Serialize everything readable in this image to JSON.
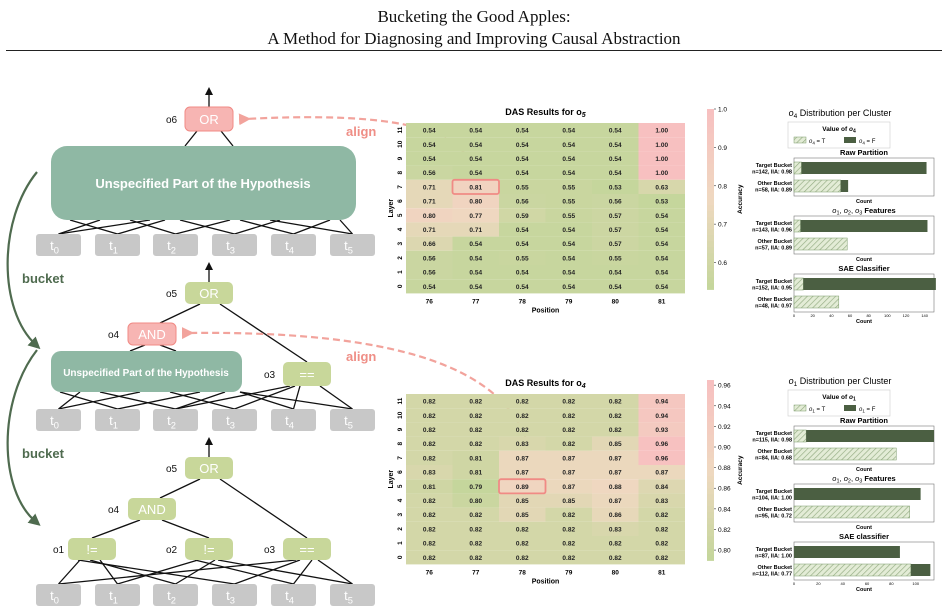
{
  "title": {
    "line1": "Bucketing the Good Apples:",
    "line2": "A Method for Diagnosing and Improving Causal Abstraction"
  },
  "diagram": {
    "tokens": [
      "t0",
      "t1",
      "t2",
      "t3",
      "t4",
      "t5"
    ],
    "unspecified_label": "Unspecified Part of the Hypothesis",
    "bucket_label": "bucket",
    "align_label": "align",
    "nodes": {
      "or": "OR",
      "and": "AND",
      "neq": "!=",
      "eq": "=="
    },
    "node_ids": {
      "o1": "o1",
      "o2": "o2",
      "o3": "o3",
      "o4": "o4",
      "o5": "o5",
      "o6": "o6"
    }
  },
  "colors": {
    "green_node": "#c8d79a",
    "teal_box": "#8fb8a4",
    "pink_node": "#f7b5b3",
    "token_gray": "#c8c8c8",
    "bucket_arrow": "#4f6b4f",
    "align_text": "#ef8e86"
  },
  "chart_data": [
    {
      "type": "heatmap",
      "title": "DAS Results for o5",
      "xlabel": "Position",
      "ylabel": "Layer",
      "x": [
        76,
        77,
        78,
        79,
        80,
        81
      ],
      "y": [
        11,
        10,
        9,
        8,
        7,
        6,
        5,
        4,
        3,
        2,
        1,
        0
      ],
      "values": [
        [
          0.54,
          0.54,
          0.54,
          0.54,
          0.54,
          1.0
        ],
        [
          0.54,
          0.54,
          0.54,
          0.54,
          0.54,
          1.0
        ],
        [
          0.54,
          0.54,
          0.54,
          0.54,
          0.54,
          1.0
        ],
        [
          0.56,
          0.54,
          0.54,
          0.54,
          0.54,
          1.0
        ],
        [
          0.71,
          0.81,
          0.55,
          0.55,
          0.53,
          0.63
        ],
        [
          0.71,
          0.8,
          0.56,
          0.55,
          0.56,
          0.53
        ],
        [
          0.8,
          0.77,
          0.59,
          0.55,
          0.57,
          0.54
        ],
        [
          0.71,
          0.71,
          0.54,
          0.54,
          0.57,
          0.54
        ],
        [
          0.66,
          0.54,
          0.54,
          0.54,
          0.57,
          0.54
        ],
        [
          0.56,
          0.54,
          0.55,
          0.54,
          0.55,
          0.54
        ],
        [
          0.56,
          0.54,
          0.54,
          0.54,
          0.54,
          0.54
        ],
        [
          0.54,
          0.54,
          0.54,
          0.54,
          0.54,
          0.54
        ]
      ],
      "highlight": {
        "layer": 7,
        "position": 77
      },
      "colorbar": {
        "label": "Accuracy",
        "ticks": [
          "1.0",
          "0.9",
          "0.8",
          "0.7",
          "0.6"
        ],
        "range": [
          0.53,
          1.0
        ]
      }
    },
    {
      "type": "heatmap",
      "title": "DAS Results for o4",
      "xlabel": "Position",
      "ylabel": "Layer",
      "x": [
        76,
        77,
        78,
        79,
        80,
        81
      ],
      "y": [
        11,
        10,
        9,
        8,
        7,
        6,
        5,
        4,
        3,
        2,
        1,
        0
      ],
      "values": [
        [
          0.82,
          0.82,
          0.82,
          0.82,
          0.82,
          0.94
        ],
        [
          0.82,
          0.82,
          0.82,
          0.82,
          0.82,
          0.94
        ],
        [
          0.82,
          0.82,
          0.82,
          0.82,
          0.82,
          0.93
        ],
        [
          0.82,
          0.82,
          0.83,
          0.82,
          0.85,
          0.96
        ],
        [
          0.82,
          0.81,
          0.87,
          0.87,
          0.87,
          0.96
        ],
        [
          0.83,
          0.81,
          0.87,
          0.87,
          0.87,
          0.87
        ],
        [
          0.81,
          0.79,
          0.89,
          0.87,
          0.88,
          0.84
        ],
        [
          0.82,
          0.8,
          0.85,
          0.85,
          0.87,
          0.83
        ],
        [
          0.82,
          0.82,
          0.85,
          0.82,
          0.86,
          0.82
        ],
        [
          0.82,
          0.82,
          0.82,
          0.82,
          0.83,
          0.82
        ],
        [
          0.82,
          0.82,
          0.82,
          0.82,
          0.82,
          0.82
        ],
        [
          0.82,
          0.82,
          0.82,
          0.82,
          0.82,
          0.82
        ]
      ],
      "highlight": {
        "layer": 5,
        "position": 78
      },
      "colorbar": {
        "label": "Accuracy",
        "ticks": [
          "0.96",
          "0.94",
          "0.92",
          "0.90",
          "0.88",
          "0.86",
          "0.84",
          "0.82",
          "0.80"
        ],
        "range": [
          0.79,
          0.965
        ]
      }
    },
    {
      "type": "bar",
      "title": "o4 Distribution per Cluster",
      "legend": {
        "title": "Value of o4",
        "entries": [
          "o4 = T",
          "o4 = F"
        ]
      },
      "xlabel": "Count",
      "xlim": [
        0,
        150
      ],
      "ticks": [
        "0",
        "20",
        "40",
        "60",
        "80",
        "100",
        "120",
        "140"
      ],
      "panels": [
        {
          "title": "Raw Partition",
          "bars": [
            {
              "label": "Target Bucket",
              "sub": "n=142, IIA: 0.98",
              "T": 8,
              "F": 134
            },
            {
              "label": "Other Bucket",
              "sub": "n=58, IIA: 0.89",
              "T": 50,
              "F": 8
            }
          ]
        },
        {
          "title": "o1, o2, o3 Features",
          "bars": [
            {
              "label": "Target Bucket",
              "sub": "n=143, IIA: 0.96",
              "T": 7,
              "F": 136
            },
            {
              "label": "Other Bucket",
              "sub": "n=57, IIA: 0.89",
              "T": 57,
              "F": 0
            }
          ]
        },
        {
          "title": "SAE Classifier",
          "bars": [
            {
              "label": "Target Bucket",
              "sub": "n=152, IIA: 0.95",
              "T": 10,
              "F": 142
            },
            {
              "label": "Other Bucket",
              "sub": "n=48, IIA: 0.97",
              "T": 48,
              "F": 0
            }
          ]
        }
      ]
    },
    {
      "type": "bar",
      "title": "o1 Distribution per Cluster",
      "legend": {
        "title": "Value of o1",
        "entries": [
          "o1 = T",
          "o1 = F"
        ]
      },
      "xlabel": "Count",
      "xlim": [
        0,
        115
      ],
      "ticks": [
        "0",
        "20",
        "40",
        "60",
        "80",
        "100"
      ],
      "panels": [
        {
          "title": "Raw Partition",
          "bars": [
            {
              "label": "Target Bucket",
              "sub": "n=115, IIA: 0.98",
              "T": 10,
              "F": 105
            },
            {
              "label": "Other Bucket",
              "sub": "n=84, IIA: 0.68",
              "T": 84,
              "F": 0
            }
          ]
        },
        {
          "title": "o1, o2, o3 Features",
          "bars": [
            {
              "label": "Target Bucket",
              "sub": "n=104, IIA: 1.00",
              "T": 0,
              "F": 104
            },
            {
              "label": "Other Bucket",
              "sub": "n=95, IIA: 0.72",
              "T": 95,
              "F": 0
            }
          ]
        },
        {
          "title": "SAE classifier",
          "bars": [
            {
              "label": "Target Bucket",
              "sub": "n=87, IIA: 1.00",
              "T": 0,
              "F": 87
            },
            {
              "label": "Other Bucket",
              "sub": "n=112, IIA: 0.77",
              "T": 96,
              "F": 16
            }
          ]
        }
      ]
    }
  ]
}
